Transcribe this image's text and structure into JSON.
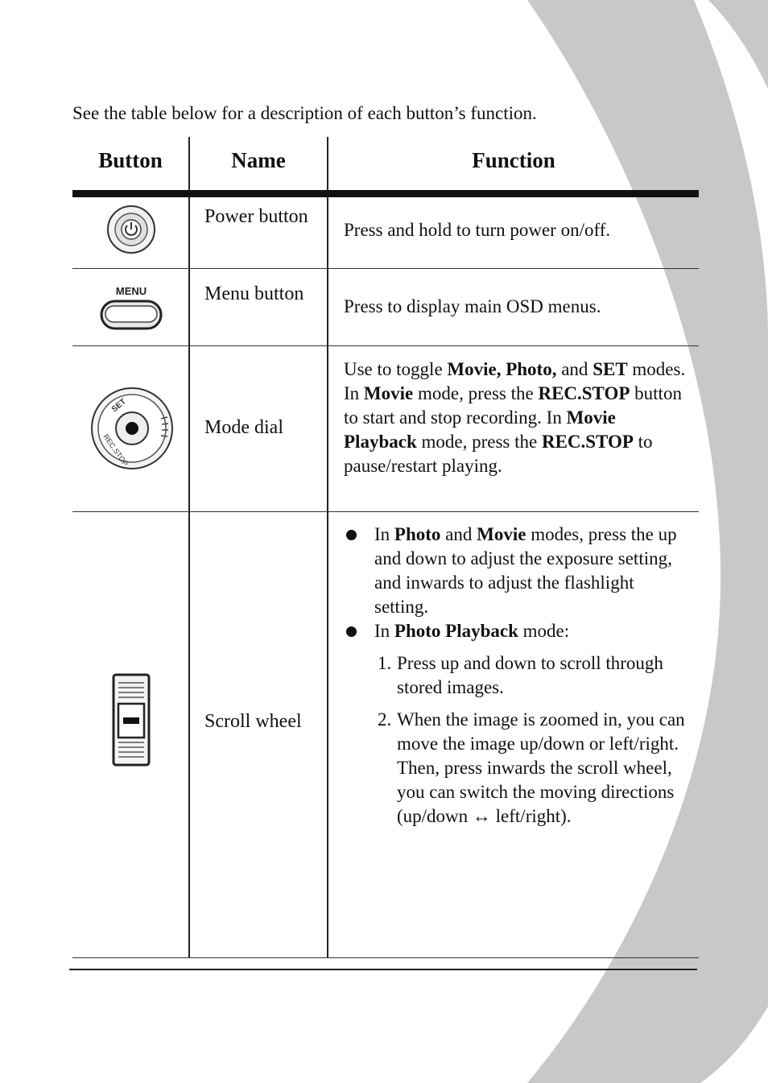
{
  "intro": "See the table below for a description of each button’s function.",
  "headers": {
    "button": "Button",
    "name": "Name",
    "function": "Function"
  },
  "colors": {
    "decoration": "#c8c8c8",
    "rule": "#111111"
  },
  "rows": [
    {
      "icon": "power-button-icon",
      "name": "Power button",
      "function": "Press and hold to turn power on/off."
    },
    {
      "icon": "menu-button-icon",
      "icon_label": "MENU",
      "name": "Menu button",
      "function": "Press to display main OSD menus."
    },
    {
      "icon": "mode-dial-icon",
      "icon_labels": {
        "set": "SET",
        "rec_stop": "REC.STOP"
      },
      "name": "Mode dial",
      "function": {
        "t1": "Use to toggle ",
        "b1": "Movie, Photo,",
        "t2": " and ",
        "b2": "SET",
        "t3": " modes. In ",
        "b3": "Movie",
        "t4": " mode, press the ",
        "b4": "REC.STOP",
        "t5": " button to start and stop recording. In ",
        "b5": "Movie Playback",
        "t6": " mode, press the ",
        "b6": "REC.STOP",
        "t7": " to pause/restart playing."
      }
    },
    {
      "icon": "scroll-wheel-icon",
      "name": "Scroll wheel",
      "function": {
        "bullet1": {
          "t1": "In ",
          "b1": "Photo",
          "t2": " and ",
          "b2": "Movie",
          "t3": " modes, press the up and down to adjust the exposure setting, and inwards to adjust the flashlight setting."
        },
        "bullet2": {
          "t1": "In ",
          "b1": "Photo Playback",
          "t2": " mode:"
        },
        "steps": [
          {
            "num": "1.",
            "text": "Press up and down to scroll through stored images."
          },
          {
            "num": "2.",
            "text": "When the image is zoomed in, you can move the image up/down or left/right. Then, press inwards the scroll wheel, you can switch the moving directions (up/down ↔ left/right)."
          }
        ]
      }
    }
  ]
}
